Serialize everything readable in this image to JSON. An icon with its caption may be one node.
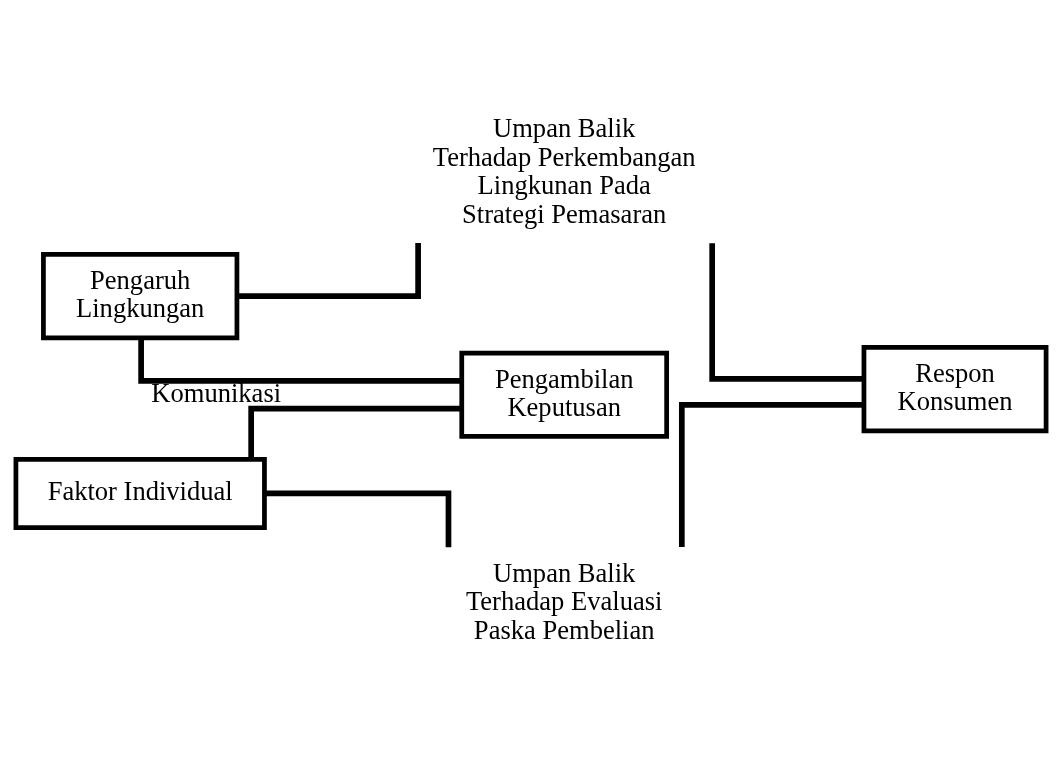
{
  "diagram": {
    "nodes": [
      {
        "text": [
          "Umpan Balik Terhadap Evaluasi Paska Pembelian"
        ]
      },
      {
        "text": [
          "Faktor Individual"
        ]
      },
      {
        "text": [
          "Pengambilan Keputusan"
        ]
      },
      {
        "text": [
          "Respon Konsumen"
        ]
      },
      {
        "text": [
          "Pengaruh Lingkungan"
        ]
      },
      {
        "text": [
          "Umpan Balik Terhadap Perkembangan Lingkunan Pada Strategi Pemasaran"
        ]
      }
    ],
    "edges": [
      {
        "from": 1,
        "to": 0,
        "arrow": "none"
      },
      {
        "from": 0,
        "to": 3,
        "arrow": "none"
      },
      {
        "from": 1,
        "to": 2,
        "arrow": "none"
      },
      {
        "from": 4,
        "to": 2,
        "arrow": "none",
        "label": "Komunikasi"
      },
      {
        "from": 4,
        "to": 5,
        "arrow": "none"
      },
      {
        "from": 5,
        "to": 3,
        "arrow": "none"
      }
    ]
  }
}
